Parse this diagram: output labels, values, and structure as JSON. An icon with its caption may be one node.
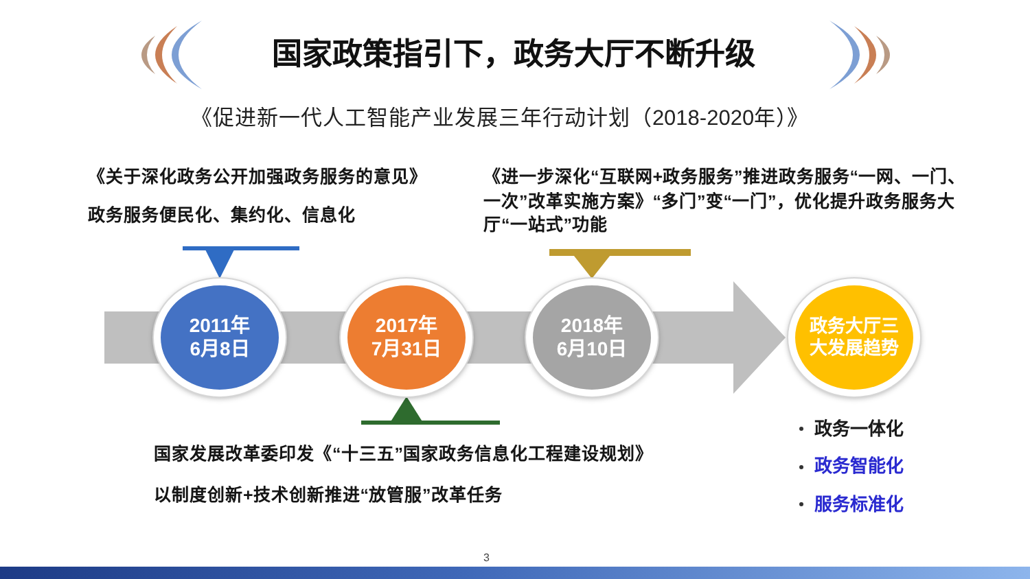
{
  "diagram": {
    "title": "国家政策指引下，政务大厅不断升级",
    "nodes": [
      {
        "text": [
          "《关于深化政务公开加强政务服务的意见》",
          "政务服务便民化、集约化、信息化"
        ]
      },
      {
        "text": [
          "《进一步深化“互联网+政务服务”推进政务服务“一网、一门、一次”改革实施方案》“多门”变“一门”，优化提升政务服务大厅“一站式”功能"
        ]
      },
      {
        "text": [
          "2011年6月8日"
        ]
      },
      {
        "text": [
          "2017年7月31日"
        ]
      },
      {
        "text": [
          "2018年6月10日"
        ]
      },
      {
        "text": [
          "政务大厅三大发展趋势"
        ],
        "beside": [
          "政务一体化",
          "政务智能化",
          "服务标准化"
        ]
      },
      {
        "text": [
          "国家发展改革委印发《“十三五”国家政务信息化工程建设规划》",
          "以制度创新+技术创新推进“放管服”改革任务"
        ]
      }
    ],
    "edges": [
      {
        "from": 0,
        "to": 2,
        "arrow": "to",
        "color": "#2f6cc4"
      },
      {
        "from": 1,
        "to": 4,
        "arrow": "to",
        "color": "#bf9b30"
      },
      {
        "from": null,
        "to": 2,
        "arrow": "none",
        "style": "thick"
      },
      {
        "from": 2,
        "to": 3,
        "arrow": "none",
        "style": "thick"
      },
      {
        "from": 3,
        "to": 4,
        "arrow": "none",
        "style": "thick"
      },
      {
        "from": 4,
        "to": 5,
        "arrow": "to",
        "style": "thick"
      },
      {
        "from": 6,
        "to": 3,
        "arrow": "to",
        "color": "#2e6b2e"
      }
    ],
    "labels": [
      "《促进新一代人工智能产业发展三年行动计划（2018-2020年）》",
      "3"
    ]
  }
}
